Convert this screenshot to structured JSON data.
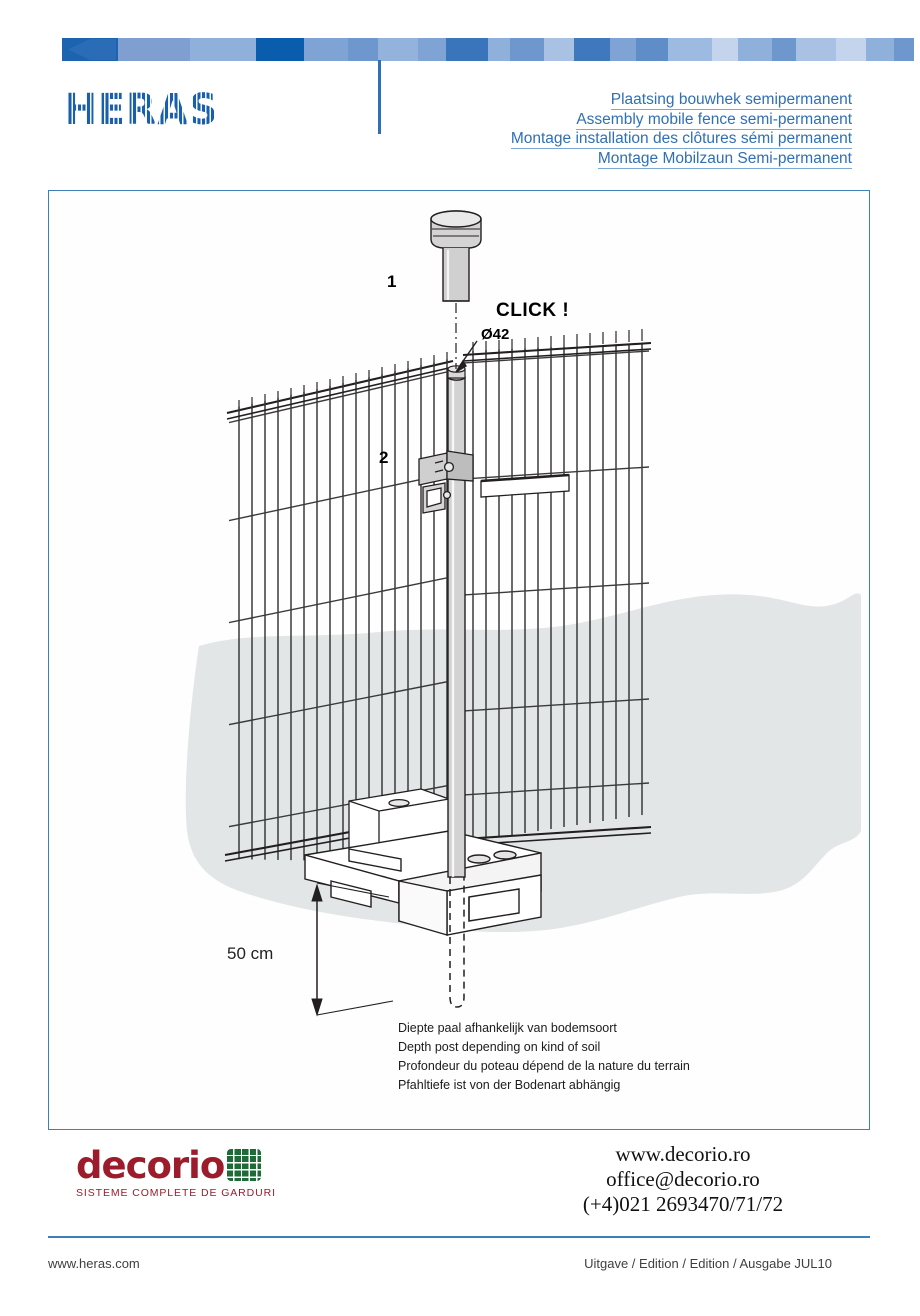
{
  "header": {
    "logo_text": "HERAS",
    "logo_name": "heras-logo",
    "accent_color": "#2f6fb5",
    "bar_swatches": [
      {
        "w": 62,
        "c": "#1d64b0"
      },
      {
        "w": 72,
        "c": "#7f9fd0"
      },
      {
        "w": 66,
        "c": "#8fb0db"
      },
      {
        "w": 48,
        "c": "#0a5cad"
      },
      {
        "w": 44,
        "c": "#7ea3d4"
      },
      {
        "w": 30,
        "c": "#6e97cd"
      },
      {
        "w": 40,
        "c": "#93b3dd"
      },
      {
        "w": 28,
        "c": "#7ea3d4"
      },
      {
        "w": 42,
        "c": "#3a74bb"
      },
      {
        "w": 22,
        "c": "#8fb0db"
      },
      {
        "w": 34,
        "c": "#6e97cd"
      },
      {
        "w": 30,
        "c": "#a9c2e4"
      },
      {
        "w": 36,
        "c": "#3f78bd"
      },
      {
        "w": 26,
        "c": "#7ea3d4"
      },
      {
        "w": 32,
        "c": "#5f8dc7"
      },
      {
        "w": 44,
        "c": "#9dbae0"
      },
      {
        "w": 26,
        "c": "#c3d4ec"
      },
      {
        "w": 34,
        "c": "#8fb0db"
      },
      {
        "w": 24,
        "c": "#6e97cd"
      },
      {
        "w": 40,
        "c": "#a9c2e4"
      },
      {
        "w": 30,
        "c": "#c3d4ec"
      },
      {
        "w": 28,
        "c": "#8fb0db"
      },
      {
        "w": 20,
        "c": "#6e97cd"
      }
    ],
    "titles": [
      "Plaatsing bouwhek semipermanent",
      "Assembly mobile fence semi-permanent",
      "Montage installation des clôtures sémi permanent",
      "Montage Mobilzaun Semi-permanent"
    ]
  },
  "diagram": {
    "callout_1": "1",
    "callout_2": "2",
    "click_label": "CLICK !",
    "diameter_label": "Ø42",
    "depth_label": "50 cm",
    "ground_color": "#e2e6e6",
    "line_color": "#231f20",
    "post_fill": "#d3d3d3",
    "cap_fill": "#d0d0d0"
  },
  "caption": {
    "lines": [
      "Diepte paal afhankelijk van bodemsoort",
      "Depth post depending on kind of soil",
      "Profondeur du poteau dépend de la nature du terrain",
      "Pfahltiefe ist von der Bodenart abhängig"
    ]
  },
  "footer": {
    "decorio_word": "decorio",
    "decorio_tagline": "SISTEME COMPLETE DE GARDURI",
    "decorio_color": "#9c1c2c",
    "grid_icon_color": "#1e6b37",
    "contact": [
      "www.decorio.ro",
      "office@decorio.ro",
      "(+4)021 2693470/71/72"
    ],
    "website": "www.heras.com",
    "edition": "Uitgave / Edition / Edition / Ausgabe JUL10"
  }
}
